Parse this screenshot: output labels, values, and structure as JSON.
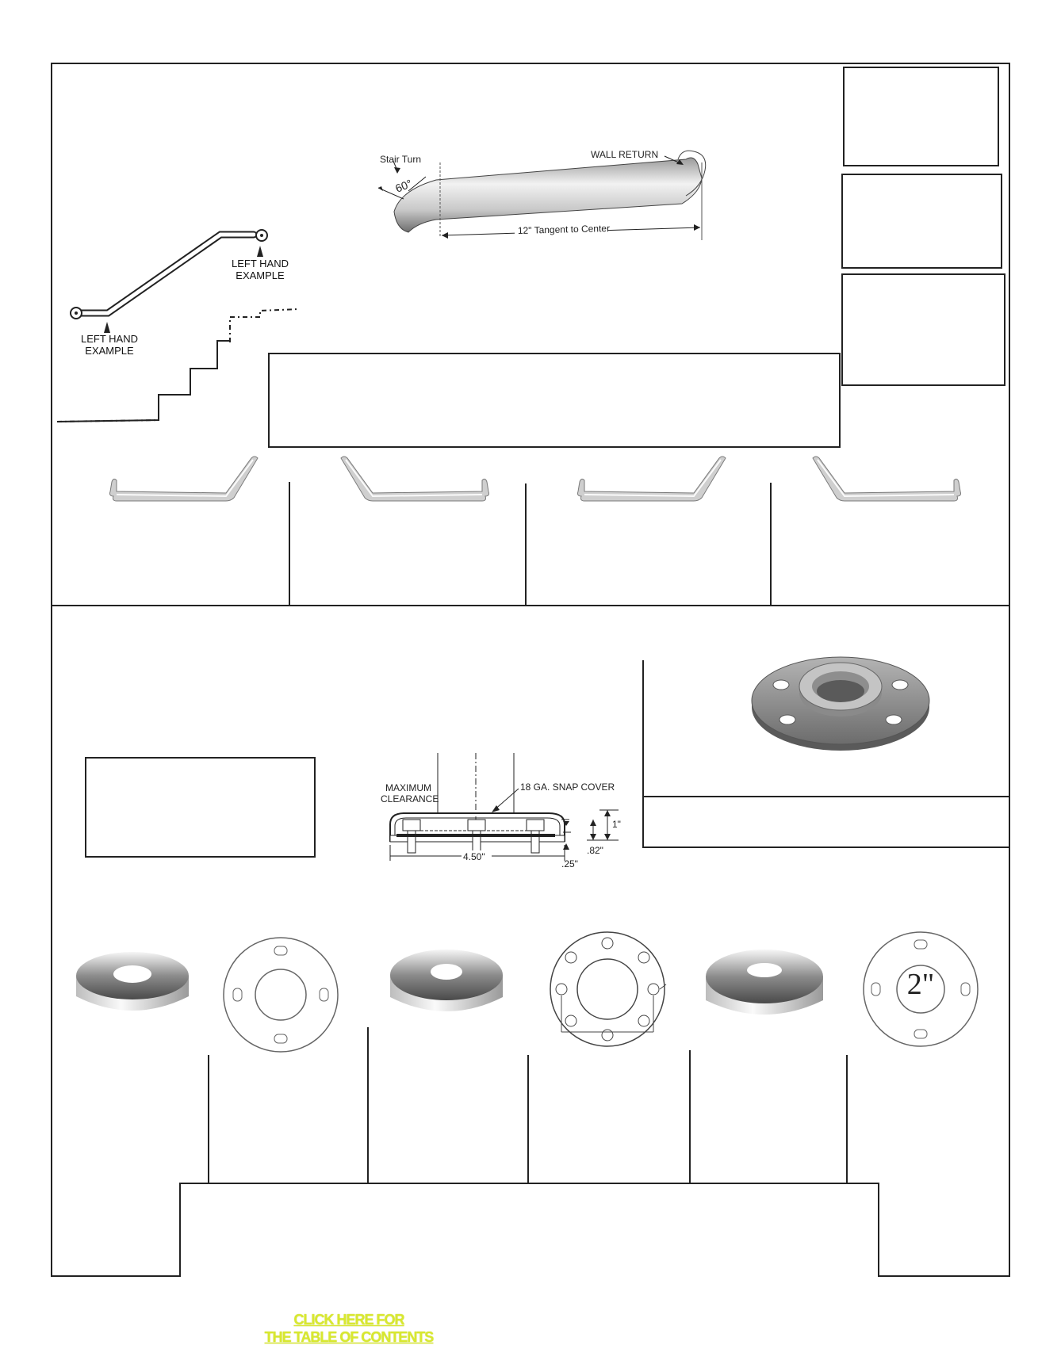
{
  "diagram_labels": {
    "left_hand_example": "LEFT HAND EXAMPLE",
    "stair_turn": "Stair Turn",
    "angle": "60°",
    "wall_return": "WALL RETURN",
    "tangent": "12\" Tangent to Center",
    "max_clearance": "MAXIMUM CLEARANCE",
    "snap_cover": "18 GA. SNAP COVER",
    "dim_450": "4.50\"",
    "dim_1": "1\"",
    "dim_082": ".82\"",
    "dim_025": ".25\"",
    "flange_size": "2\""
  },
  "link": {
    "line1": "CLICK HERE FOR",
    "line2": "THE TABLE OF CONTENTS"
  },
  "colors": {
    "border": "#222222",
    "link": "#d8e830",
    "metal_light": "#f4f4f4",
    "metal_dark": "#707070"
  }
}
